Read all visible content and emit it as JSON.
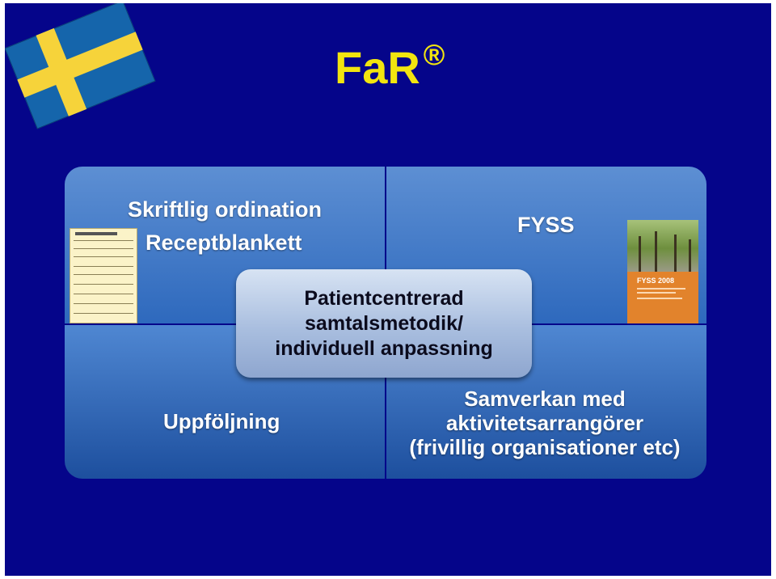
{
  "slide": {
    "title": "FaR",
    "title_mark": "®",
    "flag_icon": "sweden-flag-icon",
    "colors": {
      "background": "#05058a",
      "title": "#f2e50f",
      "quadrant_light": "#5d8fd3",
      "quadrant_dark": "#1d4f9e",
      "center_box": "#a9bedf"
    }
  },
  "quadrants": {
    "top_left": {
      "line1": "Skriftlig ordination",
      "line2": "Receptblankett"
    },
    "top_right": {
      "label": "FYSS"
    },
    "bottom_left": {
      "label": "Uppföljning"
    },
    "bottom_right": {
      "lines": [
        "Samverkan med",
        "aktivitetsarrangörer",
        "(frivillig organisationer etc)"
      ]
    }
  },
  "center": {
    "lines": [
      "Patientcentrerad",
      "samtalsmetodik/",
      "individuell anpassning"
    ]
  },
  "book": {
    "title": "FYSS 2008"
  }
}
